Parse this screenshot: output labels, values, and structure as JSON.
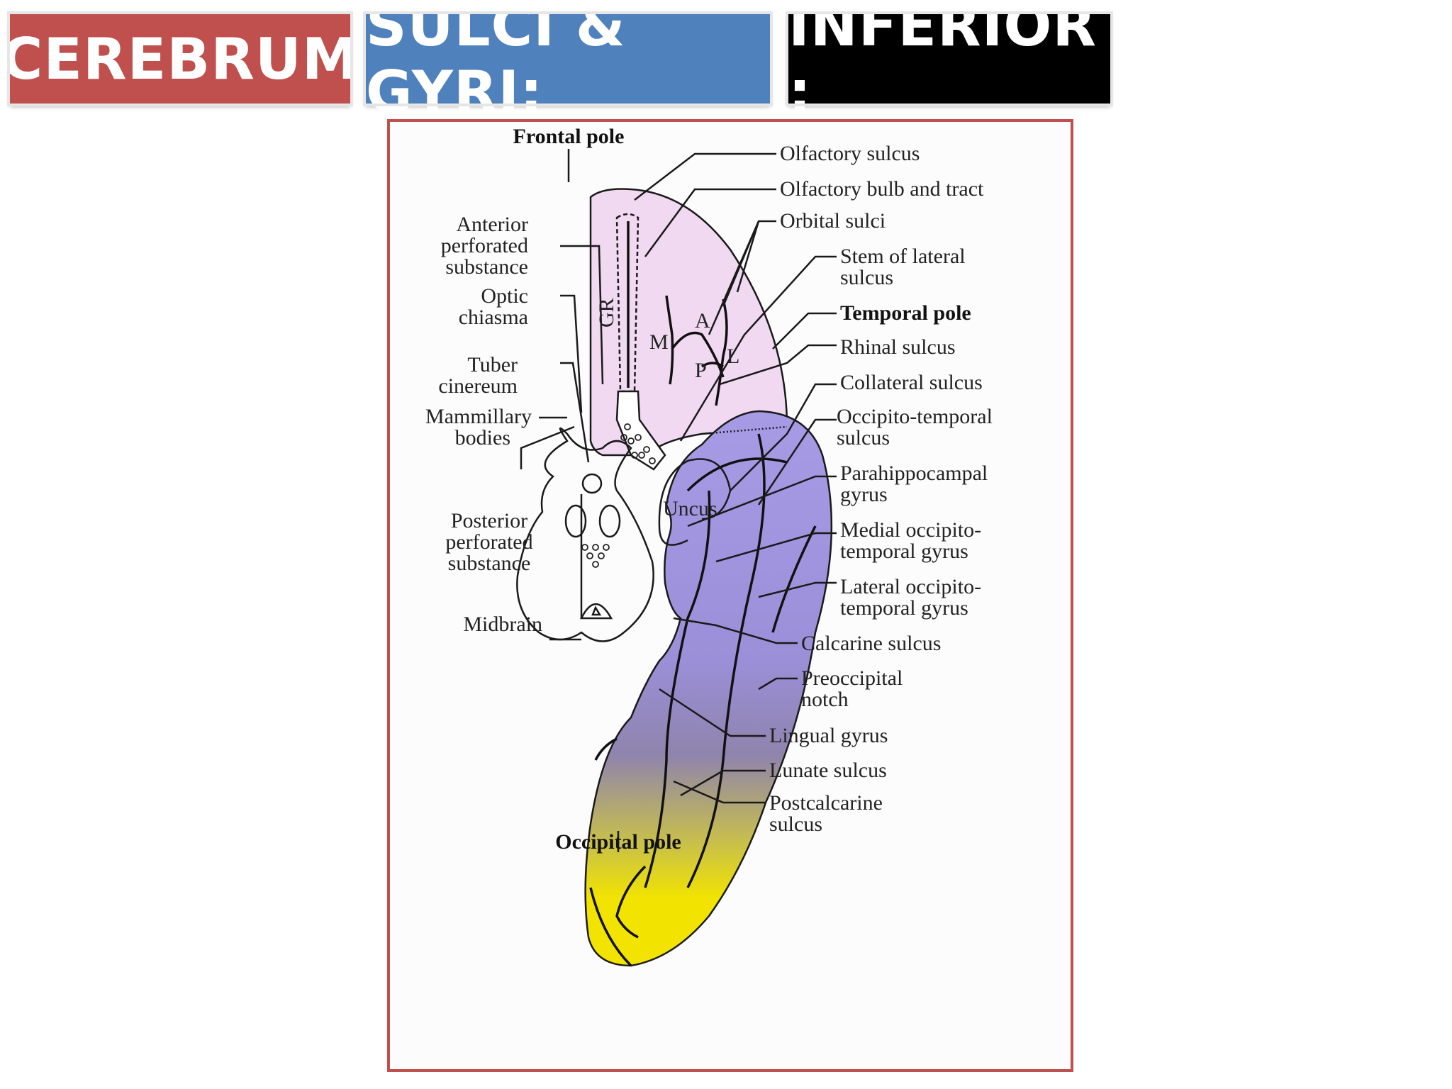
{
  "header": {
    "title_1": "CEREBRUM",
    "title_2": "SULCI & GYRI:",
    "title_3": "INFERIOR :"
  },
  "colors": {
    "title_1_bg": "#c0504d",
    "title_2_bg": "#4f81bd",
    "title_3_bg": "#000000",
    "frame_border": "#c0504d",
    "frontal_fill": "#f1d9f1",
    "temporal_fill_top": "#a79be6",
    "occipital_fill_bottom": "#f2e400"
  },
  "diagram": {
    "labels": {
      "frontal_pole": "Frontal pole",
      "olfactory_sulcus": "Olfactory sulcus",
      "olfactory_bulb": "Olfactory bulb and tract",
      "orbital_sulci": "Orbital sulci",
      "stem_lateral_1": "Stem of lateral",
      "stem_lateral_2": "sulcus",
      "temporal_pole": "Temporal pole",
      "rhinal_sulcus": "Rhinal sulcus",
      "collateral_sulcus": "Collateral sulcus",
      "occ_temp_sulcus_1": "Occipito-temporal",
      "occ_temp_sulcus_2": "sulcus",
      "parahippo_1": "Parahippocampal",
      "parahippo_2": "gyrus",
      "medial_otg_1": "Medial occipito-",
      "medial_otg_2": "temporal gyrus",
      "lateral_otg_1": "Lateral occipito-",
      "lateral_otg_2": "temporal gyrus",
      "calcarine": "Calcarine sulcus",
      "preoccipital_1": "Preoccipital",
      "preoccipital_2": "notch",
      "lingual": "Lingual gyrus",
      "lunate": "Lunate sulcus",
      "postcalcarine_1": "Postcalcarine",
      "postcalcarine_2": "sulcus",
      "occipital_pole": "Occipital pole",
      "midbrain": "Midbrain",
      "post_perf_1": "Posterior",
      "post_perf_2": "perforated",
      "post_perf_3": "substance",
      "mammillary_1": "Mammillary",
      "mammillary_2": "bodies",
      "tuber_1": "Tuber",
      "tuber_2": "cinereum",
      "optic_1": "Optic",
      "optic_2": "chiasma",
      "ant_perf_1": "Anterior",
      "ant_perf_2": "perforated",
      "ant_perf_3": "substance",
      "uncus": "Uncus",
      "gr": "GR",
      "m": "M",
      "a": "A",
      "l": "L",
      "p": "P"
    }
  }
}
